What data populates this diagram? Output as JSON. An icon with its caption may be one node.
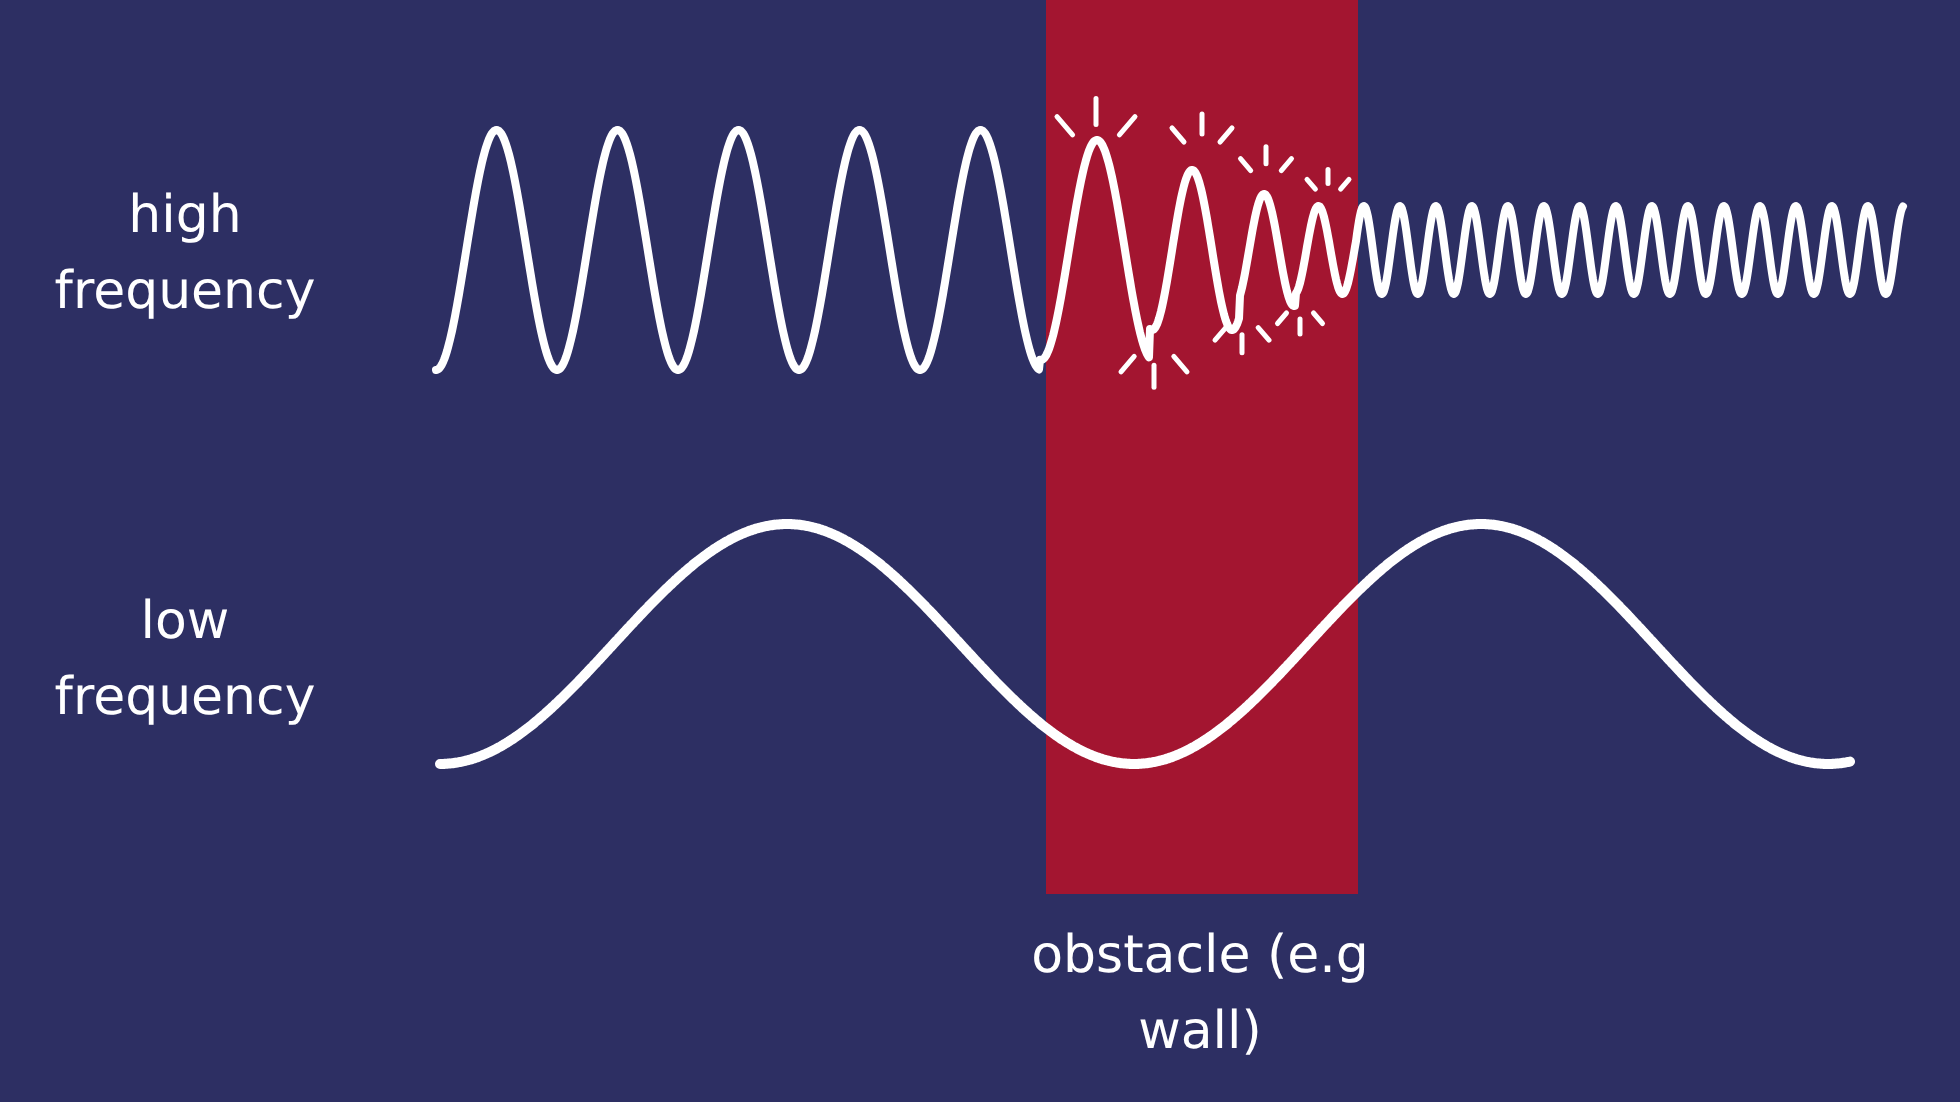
{
  "diagram": {
    "labels": [
      "high frequency",
      "low frequency",
      "obstacle (e.g wall)"
    ]
  }
}
